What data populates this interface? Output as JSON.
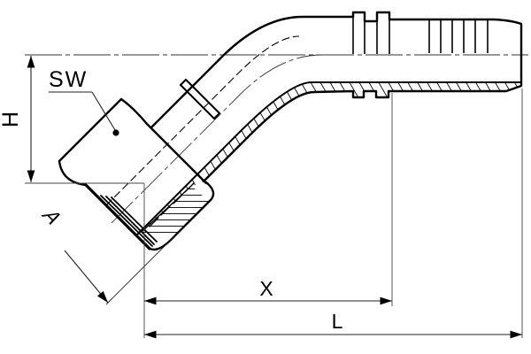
{
  "diagram": {
    "labels": {
      "sw": "SW",
      "h": "H",
      "a": "A",
      "x": "X",
      "l": "L"
    },
    "colors": {
      "line": "#000000",
      "thin_line": "#444444",
      "background": "#ffffff"
    }
  }
}
